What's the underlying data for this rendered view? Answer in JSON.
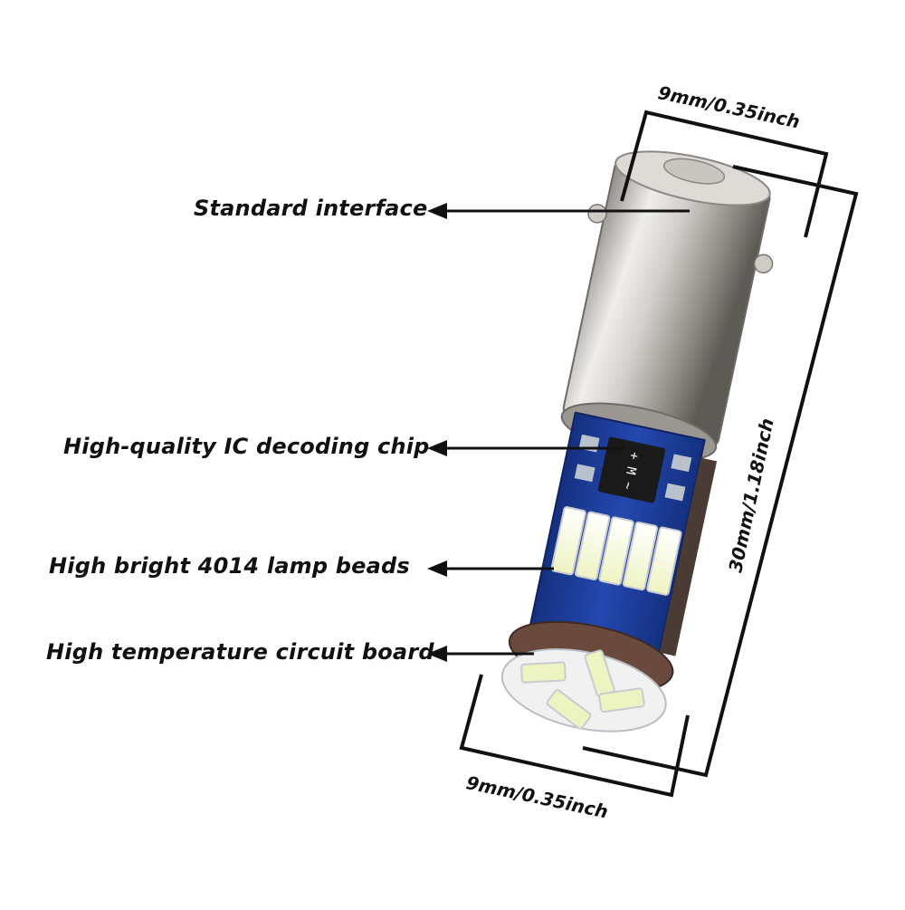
{
  "callouts": {
    "standard_interface": "Standard interface",
    "ic_chip": "High-quality IC decoding chip",
    "lamp_beads": "High bright 4014 lamp beads",
    "circuit_board": "High temperature circuit board"
  },
  "dimensions": {
    "top_width": "9mm/0.35inch",
    "length": "30mm/1.18inch",
    "bottom_width": "9mm/0.35inch"
  },
  "pcb_marking": "+ M ~",
  "colors": {
    "metal_light": "#e8e6e3",
    "metal_mid": "#b9b6b1",
    "metal_dark": "#6e6a66",
    "pcb_blue": "#1f3fa3",
    "pcb_dark": "#142a75",
    "led_yellow": "#f3f6a8",
    "led_white": "#ffffff",
    "chip_black": "#1a1a1a",
    "board_brown": "#6a4a3c",
    "line": "#111111"
  }
}
